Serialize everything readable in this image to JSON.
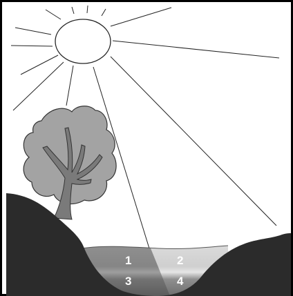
{
  "zones": [
    {
      "id": "1",
      "label": "1"
    },
    {
      "id": "2",
      "label": "2"
    },
    {
      "id": "3",
      "label": "3"
    },
    {
      "id": "4",
      "label": "4"
    }
  ]
}
